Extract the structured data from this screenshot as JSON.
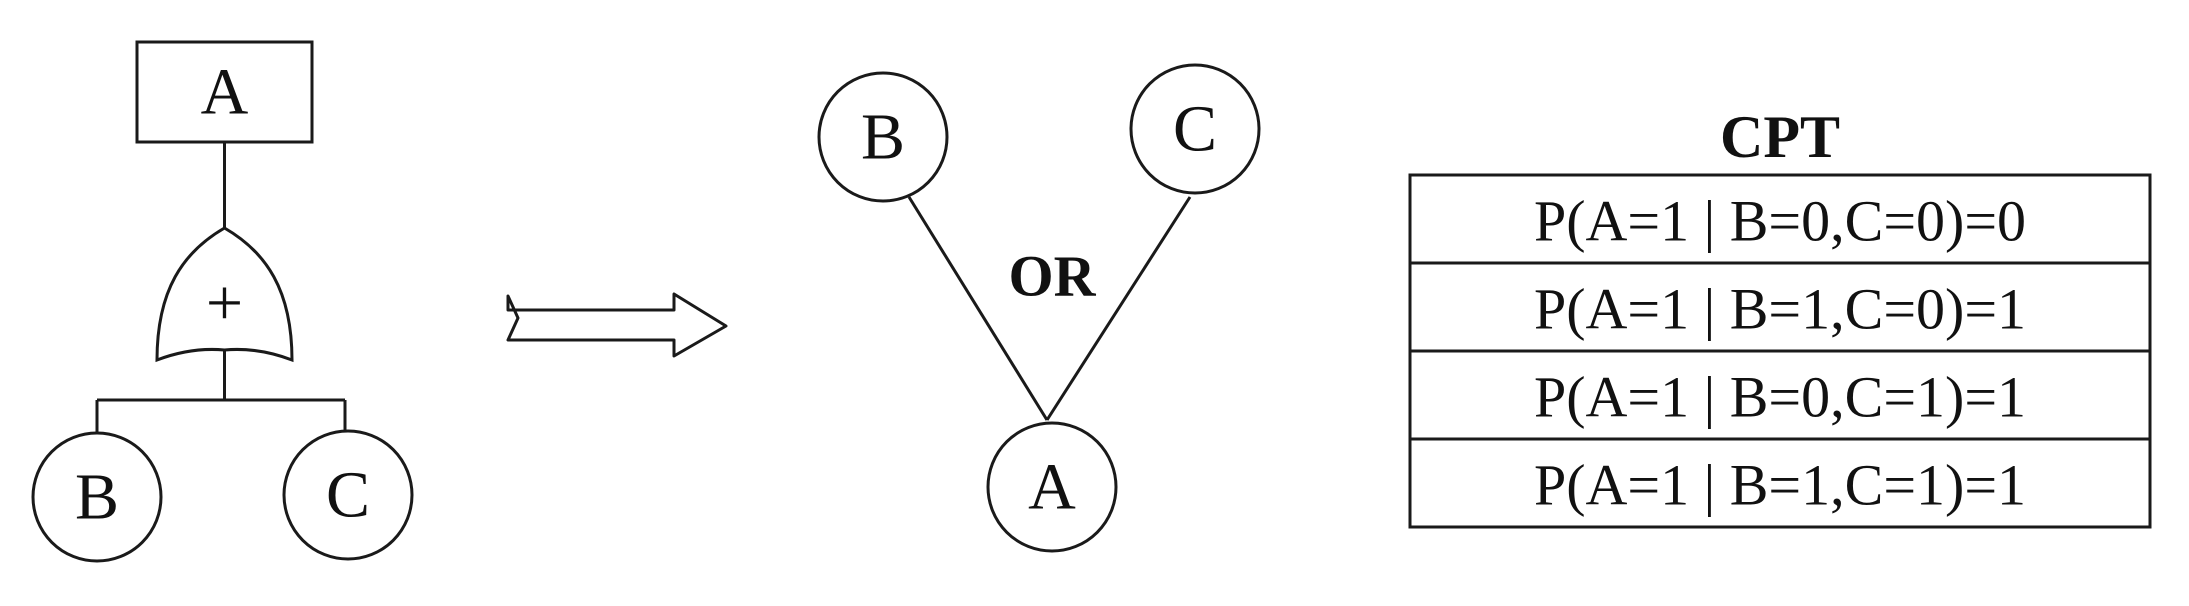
{
  "fault_tree": {
    "top_event": "A",
    "gate_symbol": "+",
    "inputs": [
      "B",
      "C"
    ]
  },
  "transform_arrow": "double-arrow-icon",
  "bayes_net": {
    "parents": [
      "B",
      "C"
    ],
    "child": "A",
    "relation_label": "OR"
  },
  "cpt": {
    "title": "CPT",
    "rows": [
      "P(A=1 | B=0,C=0)=0",
      "P(A=1 | B=1,C=0)=1",
      "P(A=1 | B=0,C=1)=1",
      "P(A=1 | B=1,C=1)=1"
    ]
  },
  "colors": {
    "stroke": "#1a1a1a",
    "background": "#ffffff"
  }
}
